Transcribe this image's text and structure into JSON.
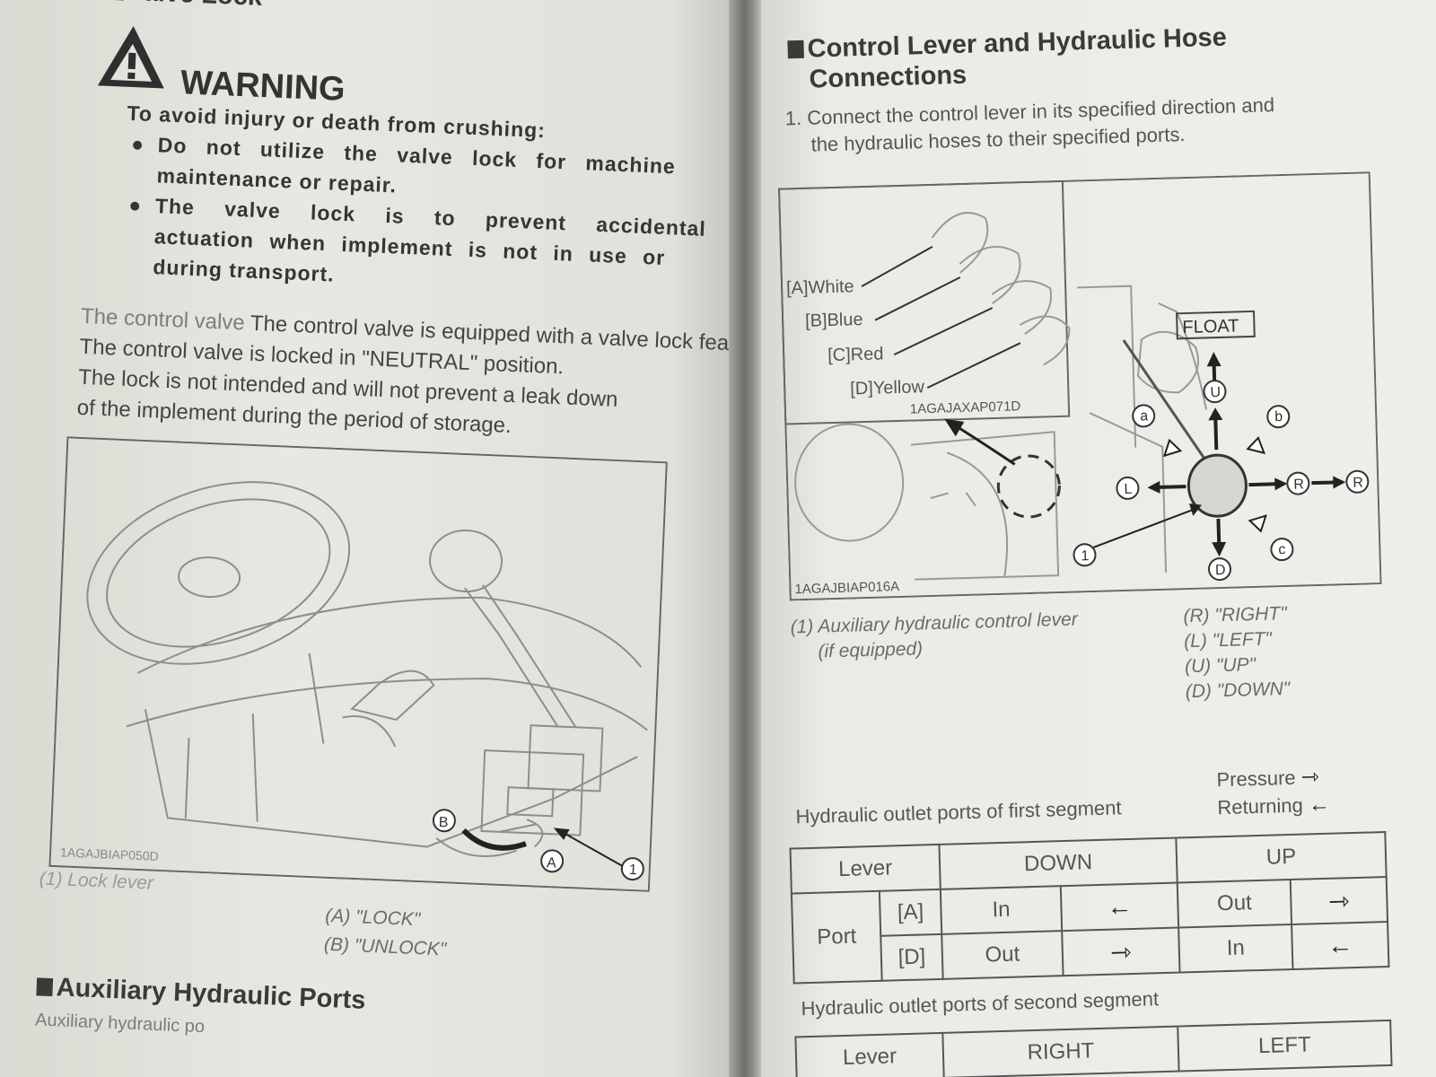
{
  "left": {
    "top_heading": "Valve Lock",
    "warning_title": "WARNING",
    "warning_intro": "To avoid injury or death from crushing:",
    "bullet1_line1": "Do not utilize the valve lock for machine",
    "bullet1_line2": "maintenance or repair.",
    "bullet2_line1": "The valve lock is to prevent accidental",
    "bullet2_line2": "actuation when implement is not in use or",
    "bullet2_line3": "during transport.",
    "para_lines": [
      "The control valve is equipped with a valve lock feature.",
      "The control valve is locked in \"NEUTRAL\" position.",
      "The lock is not intended and will not prevent a leak down",
      "of the implement during the period of storage."
    ],
    "figure": {
      "code": "1AGAJBIAP050D",
      "callout_1": "1",
      "callout_a": "A",
      "callout_b": "B"
    },
    "caption_1": "(1) Lock lever",
    "caption_a": "(A)  \"LOCK\"",
    "caption_b": "(B)  \"UNLOCK\"",
    "bottom_heading": "Auxiliary Hydraulic Ports",
    "bottom_text": "Auxiliary hydraulic po"
  },
  "right": {
    "heading_line1": "Control Lever and Hydraulic Hose",
    "heading_line2": "Connections",
    "step_line1": "1. Connect the control lever in its specified direction and",
    "step_line2": "the hydraulic hoses to their specified ports.",
    "hoses": [
      "[A]White",
      "[B]Blue",
      "[C]Red",
      "[D]Yellow"
    ],
    "figure_code_1": "1AGAJAXAP071D",
    "figure_code_2": "1AGAJBIAP016A",
    "float_label": "FLOAT",
    "dir_letters": {
      "u": "U",
      "l": "L",
      "r": "R",
      "d": "D",
      "a": "a",
      "b": "b",
      "c": "c",
      "one": "1"
    },
    "caption_left_1": "(1) Auxiliary hydraulic control lever",
    "caption_left_2": "(if equipped)",
    "caption_right": [
      "(R) \"RIGHT\"",
      "(L) \"LEFT\"",
      "(U) \"UP\"",
      "(D) \"DOWN\""
    ],
    "legend_pressure": "Pressure",
    "legend_returning": "Returning",
    "table1_title": "Hydraulic outlet ports of first segment",
    "table1": {
      "h_lever": "Lever",
      "h_down": "DOWN",
      "h_up": "UP",
      "h_port": "Port",
      "row_a": {
        "port": "[A]",
        "down": "In",
        "down_arrow": "←",
        "up": "Out",
        "up_arrow": "⇾"
      },
      "row_d": {
        "port": "[D]",
        "down": "Out",
        "down_arrow": "⇾",
        "up": "In",
        "up_arrow": "←"
      }
    },
    "table2_title": "Hydraulic outlet ports of second segment",
    "table2": {
      "h_lever": "Lever",
      "h_right": "RIGHT",
      "h_left": "LEFT"
    }
  }
}
